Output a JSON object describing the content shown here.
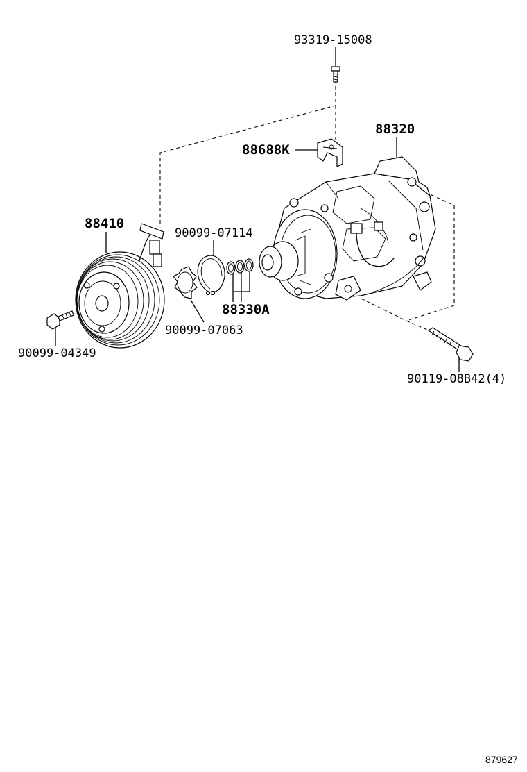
{
  "diagram": {
    "parts": [
      {
        "key": "screw_top",
        "label": "93319-15008"
      },
      {
        "key": "compressor",
        "label": "88320"
      },
      {
        "key": "bracket",
        "label": "88688K"
      },
      {
        "key": "clutch",
        "label": "88410"
      },
      {
        "key": "snap_ring",
        "label": "90099-07114"
      },
      {
        "key": "shims",
        "label": "88330A"
      },
      {
        "key": "ring_small",
        "label": "90099-07063"
      },
      {
        "key": "bolt_left",
        "label": "90099-04349"
      },
      {
        "key": "bolt_right",
        "label": "90119-08B42(4)"
      }
    ],
    "reference_id": "879627"
  }
}
